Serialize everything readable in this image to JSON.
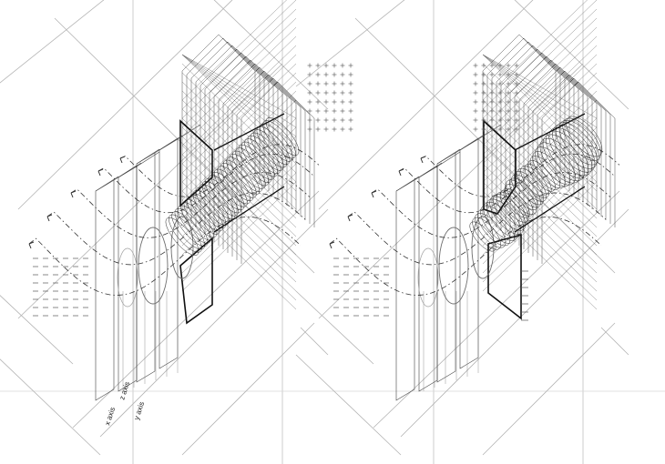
{
  "colors": {
    "background": "#ffffff",
    "ink": "#222222",
    "bold_ink": "#111111",
    "light_line": "#9a9a9a",
    "faint_line": "#c8c8c8"
  },
  "axes": {
    "x_label": "x axis",
    "y_label": "y axis",
    "z_label": "z axis"
  },
  "panels": [
    {
      "id": "left",
      "state": "smooth-tube"
    },
    {
      "id": "right",
      "state": "deformed-tube"
    }
  ]
}
